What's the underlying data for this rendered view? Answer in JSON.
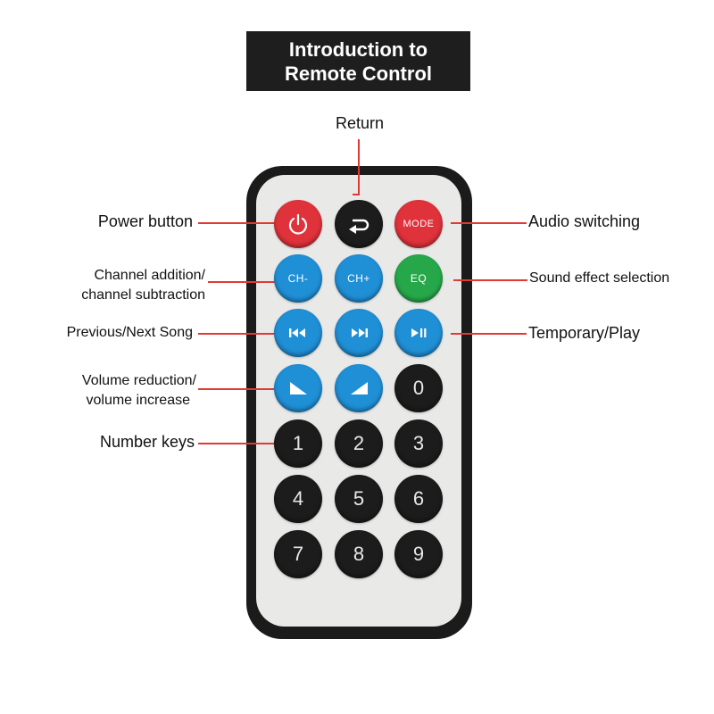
{
  "title": {
    "line1": "Introduction to",
    "line2": "Remote Control"
  },
  "labels": {
    "return": "Return",
    "power": "Power button",
    "audio": "Audio switching",
    "channel_line1": "Channel addition/",
    "channel_line2": "channel subtraction",
    "sound": "Sound effect selection",
    "prevnext": "Previous/Next Song",
    "temp": "Temporary/Play",
    "volume_line1": "Volume reduction/",
    "volume_line2": "volume increase",
    "numbers": "Number keys"
  },
  "buttons": {
    "mode": "MODE",
    "ch_minus": "CH-",
    "ch_plus": "CH+",
    "eq": "EQ",
    "k0": "0",
    "k1": "1",
    "k2": "2",
    "k3": "3",
    "k4": "4",
    "k5": "5",
    "k6": "6",
    "k7": "7",
    "k8": "8",
    "k9": "9"
  },
  "colors": {
    "leader": "#e03a34",
    "red_button": "#e0323a",
    "blue_button": "#1f8fd6",
    "green_button": "#26a84a",
    "black_button": "#1c1c1c",
    "title_bg": "#1e1e1e"
  },
  "icons": [
    "power-icon",
    "return-icon",
    "previous-track-icon",
    "next-track-icon",
    "play-pause-icon",
    "volume-down-icon",
    "volume-up-icon"
  ]
}
